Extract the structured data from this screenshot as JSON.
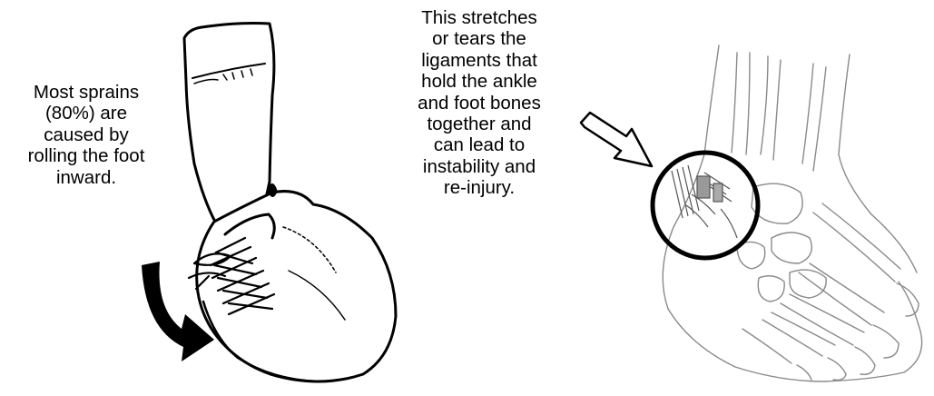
{
  "captions": {
    "left_lines": [
      "Most sprains",
      "(80%) are",
      "caused by",
      "rolling the foot",
      "inward."
    ],
    "middle_lines": [
      "This stretches",
      "or tears the",
      "ligaments that",
      "hold the ankle",
      "and foot bones",
      "together and",
      "can lead to",
      "instability and",
      "re-injury."
    ]
  },
  "icons": {
    "rotation_arrow": "curved-arrow-icon",
    "pointer_arrow": "hollow-arrow-icon"
  },
  "colors": {
    "ink": "#000000",
    "sketch_line": "#8a8a8a",
    "background": "#ffffff"
  }
}
